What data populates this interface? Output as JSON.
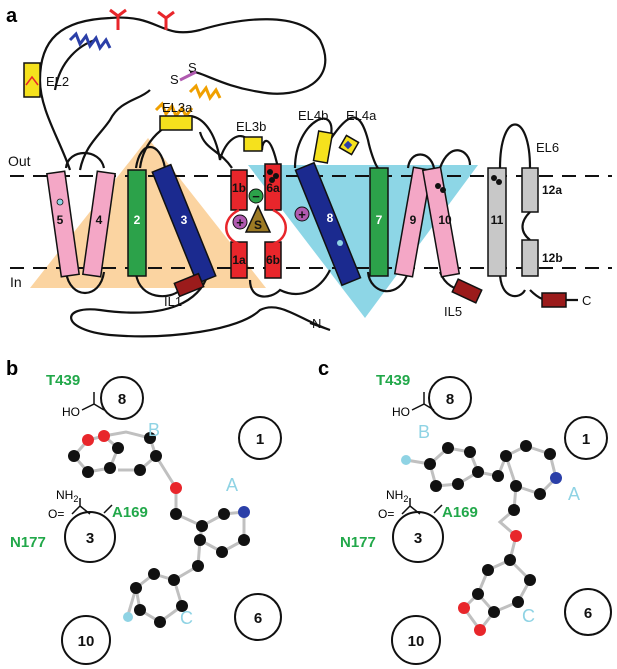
{
  "panels": {
    "a": "a",
    "b": "b",
    "c": "c"
  },
  "membrane": {
    "out": "Out",
    "in": "In"
  },
  "loops": {
    "el2": "EL2",
    "el3a": "EL3a",
    "el3b": "EL3b",
    "el4b": "EL4b",
    "el4a": "EL4a",
    "el6": "EL6",
    "il1": "IL1",
    "il5": "IL5",
    "n_term": "N",
    "c_term": "C",
    "disulfide_s1": "S",
    "disulfide_s2": "S",
    "substrate": "S"
  },
  "helices": {
    "h1a": "1a",
    "h1b": "1b",
    "h2": "2",
    "h3": "3",
    "h4": "4",
    "h5": "5",
    "h6a": "6a",
    "h6b": "6b",
    "h7": "7",
    "h8": "8",
    "h9": "9",
    "h10": "10",
    "h11": "11",
    "h12a": "12a",
    "h12b": "12b"
  },
  "ion_signs": {
    "plus": "+",
    "minus": "−"
  },
  "pocket_b": {
    "helix8": "8",
    "helix1": "1",
    "helix3": "3",
    "helix6": "6",
    "helix10": "10",
    "t439": "T439",
    "a169": "A169",
    "n177": "N177",
    "ring_a": "A",
    "ring_b": "B",
    "ring_c": "C",
    "oh": "HO",
    "nh2": "NH",
    "nh2_sub": "2",
    "carbonyl_o": "O="
  },
  "pocket_c": {
    "helix8": "8",
    "helix1": "1",
    "helix3": "3",
    "helix6": "6",
    "helix10": "10",
    "t439": "T439",
    "a169": "A169",
    "n177": "N177",
    "ring_a": "A",
    "ring_b": "B",
    "ring_c": "C",
    "oh": "HO",
    "nh2": "NH",
    "nh2_sub": "2",
    "carbonyl_o": "O="
  },
  "colors": {
    "pink": "#f4a7c6",
    "green": "#2ca24a",
    "blue": "#1b2a8f",
    "red": "#e8262b",
    "grey": "#c8c8c8",
    "yellow": "#f5e11d",
    "darkred": "#9b1b1b",
    "orange_tri": "#fbd4a1",
    "cyan_tri": "#8dd6e6",
    "atom_red": "#e8262b",
    "atom_blue": "#2b3fa8",
    "atom_cyan": "#8fd3e4"
  }
}
